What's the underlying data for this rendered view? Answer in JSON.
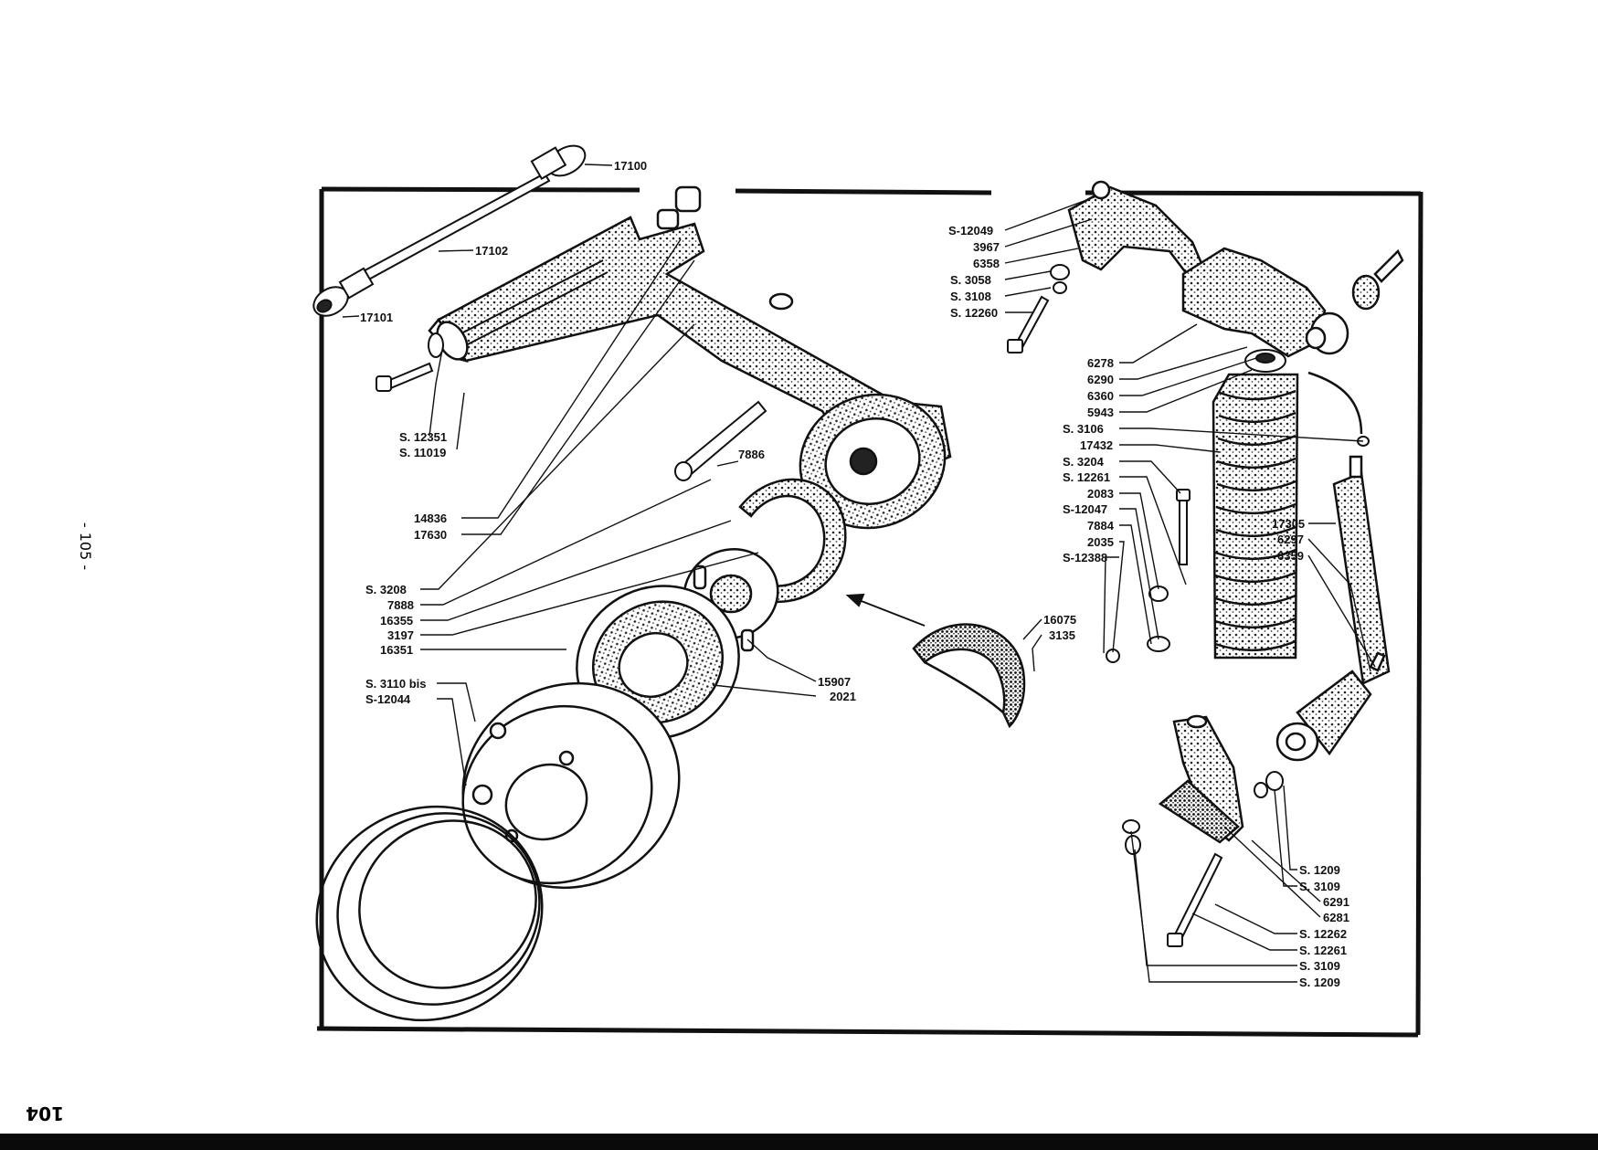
{
  "page": {
    "page_number_left": "104",
    "page_number_side": "- 105 -"
  },
  "colors": {
    "ink": "#111111",
    "paper": "#ffffff"
  },
  "callouts_left": [
    {
      "id": "17100",
      "text": "17100"
    },
    {
      "id": "17102",
      "text": "17102"
    },
    {
      "id": "17101",
      "text": "17101"
    },
    {
      "id": "s12351",
      "text": "S. 12351"
    },
    {
      "id": "s11019",
      "text": "S. 11019"
    },
    {
      "id": "7886",
      "text": "7886"
    },
    {
      "id": "14836",
      "text": "14836"
    },
    {
      "id": "17630",
      "text": "17630"
    },
    {
      "id": "s3208",
      "text": "S.  3208"
    },
    {
      "id": "7888",
      "text": "7888"
    },
    {
      "id": "16355",
      "text": "16355"
    },
    {
      "id": "3197",
      "text": "3197"
    },
    {
      "id": "16351",
      "text": "16351"
    },
    {
      "id": "s3110bis",
      "text": "S.  3110 bis"
    },
    {
      "id": "s12044",
      "text": "S-12044"
    },
    {
      "id": "15907",
      "text": "15907"
    },
    {
      "id": "2021",
      "text": "2021"
    },
    {
      "id": "16075",
      "text": "16075"
    },
    {
      "id": "3135",
      "text": "3135"
    }
  ],
  "callouts_right": [
    {
      "id": "s12049",
      "text": "S-12049"
    },
    {
      "id": "3967",
      "text": "3967"
    },
    {
      "id": "6358",
      "text": "6358"
    },
    {
      "id": "s3058",
      "text": "S.  3058"
    },
    {
      "id": "s3108",
      "text": "S.  3108"
    },
    {
      "id": "s12260",
      "text": "S. 12260"
    },
    {
      "id": "6278",
      "text": "6278"
    },
    {
      "id": "6290",
      "text": "6290"
    },
    {
      "id": "6360",
      "text": "6360"
    },
    {
      "id": "5943",
      "text": "5943"
    },
    {
      "id": "s3106",
      "text": "S.  3106"
    },
    {
      "id": "17432",
      "text": "17432"
    },
    {
      "id": "s3204",
      "text": "S.  3204"
    },
    {
      "id": "s12261a",
      "text": "S. 12261"
    },
    {
      "id": "2083",
      "text": "2083"
    },
    {
      "id": "s12047",
      "text": "S-12047"
    },
    {
      "id": "7884",
      "text": "7884"
    },
    {
      "id": "2035",
      "text": "2035"
    },
    {
      "id": "s12388",
      "text": "S-12388"
    },
    {
      "id": "17305",
      "text": "17305"
    },
    {
      "id": "6297",
      "text": "6297"
    },
    {
      "id": "6359",
      "text": "6359"
    },
    {
      "id": "s1209a",
      "text": "S.  1209"
    },
    {
      "id": "s3109a",
      "text": "S.  3109"
    },
    {
      "id": "6291",
      "text": "6291"
    },
    {
      "id": "6281",
      "text": "6281"
    },
    {
      "id": "s12262",
      "text": "S. 12262"
    },
    {
      "id": "s12261b",
      "text": "S. 12261"
    },
    {
      "id": "s3109b",
      "text": "S.  3109"
    },
    {
      "id": "s1209b",
      "text": "S.  1209"
    }
  ],
  "icons": [
    "axle-arm-icon",
    "brake-drum-icon",
    "wheel-rim-icon",
    "brake-shoe-icon",
    "coil-spring-icon",
    "shock-absorber-icon",
    "bracket-icon",
    "bolt-icon"
  ]
}
